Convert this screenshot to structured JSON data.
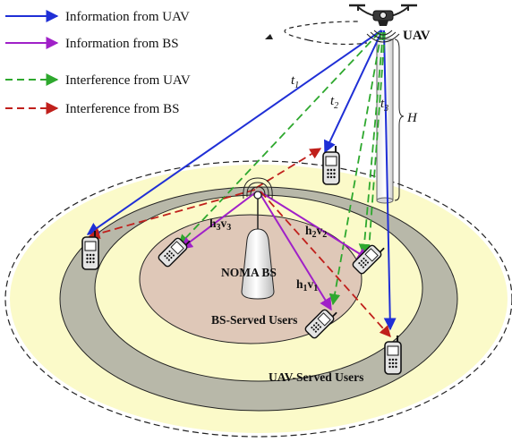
{
  "legend": [
    {
      "label": "Information from UAV",
      "color": "#1f2fd6",
      "style": "solid"
    },
    {
      "label": "Information from BS",
      "color": "#a020c8",
      "style": "solid"
    },
    {
      "label": "Interference from UAV",
      "color": "#2ea82e",
      "style": "dashed"
    },
    {
      "label": "Interference from BS",
      "color": "#c0201c",
      "style": "dashed"
    }
  ],
  "labels": {
    "uav": "UAV",
    "t1_base": "t",
    "t1_sub": "1",
    "t2_base": "t",
    "t2_sub": "2",
    "t3_base": "t",
    "t3_sub": "3",
    "height": "H",
    "h1": "h",
    "h1_sub": "1",
    "v1": "v",
    "v1_sub": "1",
    "h2": "h",
    "h2_sub": "2",
    "v2": "v",
    "v2_sub": "2",
    "h3": "h",
    "h3_sub": "3",
    "v3": "v",
    "v3_sub": "3",
    "bs": "NOMA BS",
    "bs_users": "BS-Served Users",
    "uav_users": "UAV-Served Users"
  },
  "icons": [
    "drone-icon",
    "base-station-icon",
    "mobile-phone-icon"
  ]
}
